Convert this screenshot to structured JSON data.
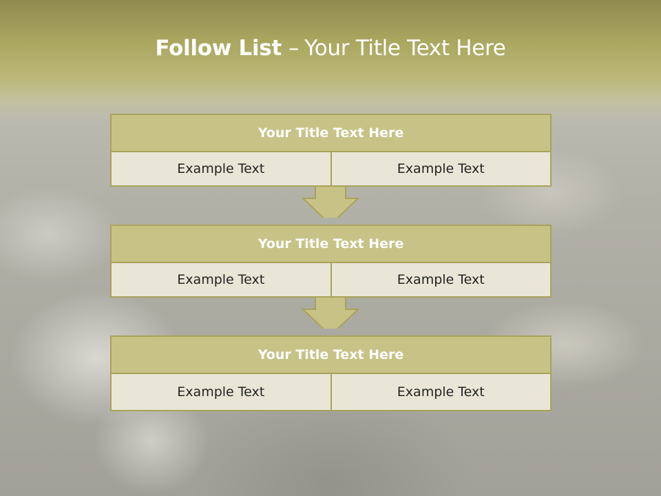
{
  "slide": {
    "title_bold": "Follow List",
    "title_separator": "–",
    "title_rest": "Your Title Text Here"
  },
  "colors": {
    "header_fill": "#c7c387",
    "border": "#a9a35a",
    "cell_fill": "#e9e6d8",
    "top_band": "#aaa760"
  },
  "steps": [
    {
      "title": "Your Title Text Here",
      "left": "Example Text",
      "right": "Example Text"
    },
    {
      "title": "Your Title Text Here",
      "left": "Example Text",
      "right": "Example Text"
    },
    {
      "title": "Your Title Text Here",
      "left": "Example Text",
      "right": "Example Text"
    }
  ],
  "icons": {
    "connector": "down-arrow-icon"
  }
}
